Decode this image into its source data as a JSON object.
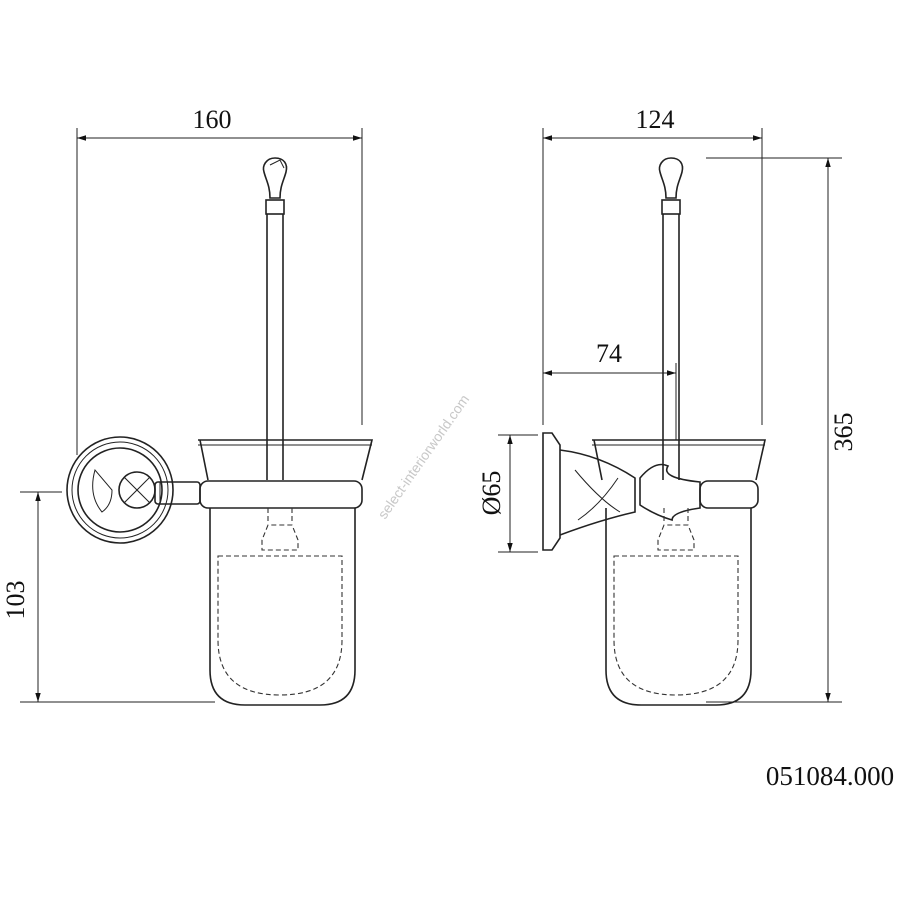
{
  "product_code": "051084.000",
  "watermark": "select-interiorworld.com",
  "front_view": {
    "width_label": "160",
    "mount_height_label": "103"
  },
  "side_view": {
    "depth_label": "124",
    "projection_label": "74",
    "plate_diameter_label": "Ø65",
    "height_label": "365"
  }
}
